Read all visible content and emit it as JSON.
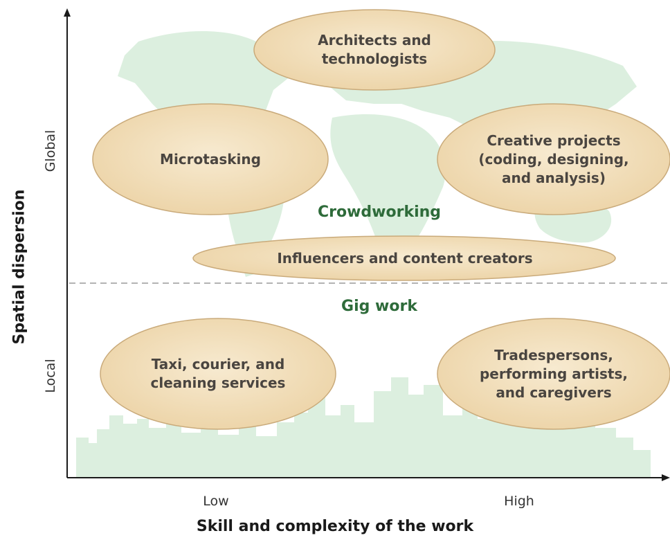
{
  "y_axis": {
    "title": "Spatial dispersion",
    "ticks": {
      "high": "Global",
      "low": "Local"
    }
  },
  "x_axis": {
    "title": "Skill and complexity of the work",
    "ticks": {
      "low": "Low",
      "high": "High"
    }
  },
  "zones": {
    "upper": "Crowdworking",
    "lower": "Gig work"
  },
  "categories": {
    "architects": "Architects and\ntechnologists",
    "microtasking": "Microtasking",
    "creative": "Creative projects\n(coding, designing,\nand analysis)",
    "influencers": "Influencers and content creators",
    "taxi": "Taxi, courier, and\ncleaning services",
    "trades": "Tradespersons,\nperforming artists,\nand caregivers"
  },
  "colors": {
    "ellipse_fill": "#f3e1bf",
    "ellipse_stroke": "#c9aa7a",
    "background_art": "#dcefdf",
    "zone_label": "#2e6b3a",
    "divider": "#9a9a9a"
  }
}
